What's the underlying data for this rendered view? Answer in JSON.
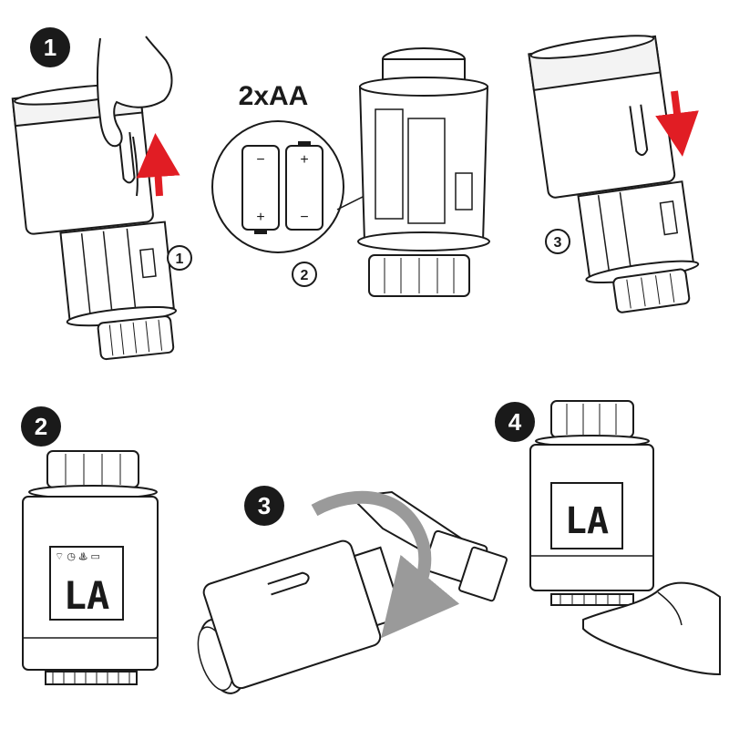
{
  "steps": {
    "step1": {
      "number": "1",
      "sub1": "1",
      "sub2": "2",
      "sub3": "3"
    },
    "step2": {
      "number": "2",
      "display_text": "LA"
    },
    "step3": {
      "number": "3"
    },
    "step4": {
      "number": "4",
      "display_text": "LA"
    }
  },
  "battery": {
    "label": "2xAA",
    "plus": "+",
    "minus": "−"
  },
  "colors": {
    "arrow": "#e11d24",
    "line": "#1a1a1a",
    "grey": "#8a8a8a"
  }
}
